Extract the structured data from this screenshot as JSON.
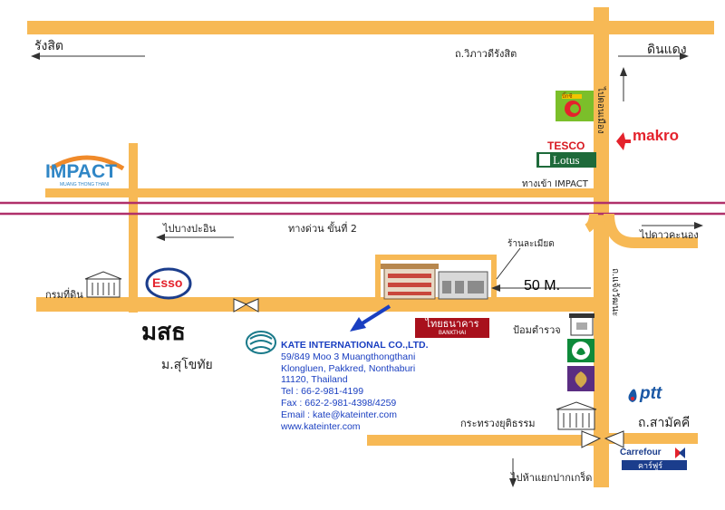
{
  "labels": {
    "rangsit": "รังสิต",
    "vibhavadi_rangsit_rd": "ถ.วิภาวดีรังสิต",
    "din_daeng": "ดินแดง",
    "don_mueang": "ไปดอนเมือง",
    "impact_entrance": "ทางเข้า IMPACT",
    "to_bang_pa_in": "ไปบางปะอิน",
    "expressway_2": "ทางด่วน ขั้นที่ 2",
    "to_dao_khanong": "ไปดาวคะนอง",
    "ran_la_miat": "ร้านละเมียด",
    "distance": "50 M.",
    "land_department": "กรมที่ดิน",
    "sukhothai_uni": "ม.สุโขทัย",
    "police_box": "ป้อมตำรวจ",
    "chaeng_watthana_rd": "ถ.แจ้งวัฒนะ",
    "ministry_of_justice": "กระทรวงยุติธรรม",
    "samakkhi_rd": "ถ.สามัคคี",
    "to_pak_kret": "ไปห้าแยกปากเกร็ด"
  },
  "logos": {
    "impact": "IMPACT",
    "impact_sub": "MUANG THONG THANI",
    "tesco": "TESCO",
    "lotus": "Lotus",
    "makro": "makro",
    "esso": "Esso",
    "ptt": "ptt",
    "carrefour": "Carrefour",
    "carrefour_thai": "คาร์ฟูร์",
    "bank_thai": "ไทยธนาคาร",
    "bank_thai_en": "BANKTHAI",
    "big_c": "บิ๊กซี",
    "sor": "มสธ"
  },
  "company": {
    "name": "KATE INTERNATIONAL CO.,LTD.",
    "address_lines": [
      "59/849 Moo 3 Muangthongthani",
      "Klongluen, Pakkred, Nonthaburi",
      "11120, Thailand"
    ],
    "tel": "Tel : 66-2-981-4199",
    "fax": "Fax : 662-2-981-4398/4259",
    "email": "Email : kate@kateinter.com",
    "website": "www.kateinter.com"
  },
  "colors": {
    "road": "#f7b955",
    "expressway": "#b0306a",
    "address_text": "#1a3fc1",
    "makro_red": "#e4222c",
    "tesco_red": "#d71921",
    "lotus_green": "#1e6a3a",
    "impact_blue": "#2f86c6",
    "impact_orange": "#f08a2a",
    "bank_thai_red": "#a8101c",
    "ptt_blue": "#1b58a5"
  },
  "icons": [
    "arrow-left-icon",
    "arrow-right-icon",
    "arrow-up-icon",
    "arrow-down-icon",
    "office-building-icon",
    "police-box-icon",
    "kasikorn-bank-icon",
    "scb-bank-icon",
    "government-building-icon",
    "pointer-arrow-icon"
  ]
}
